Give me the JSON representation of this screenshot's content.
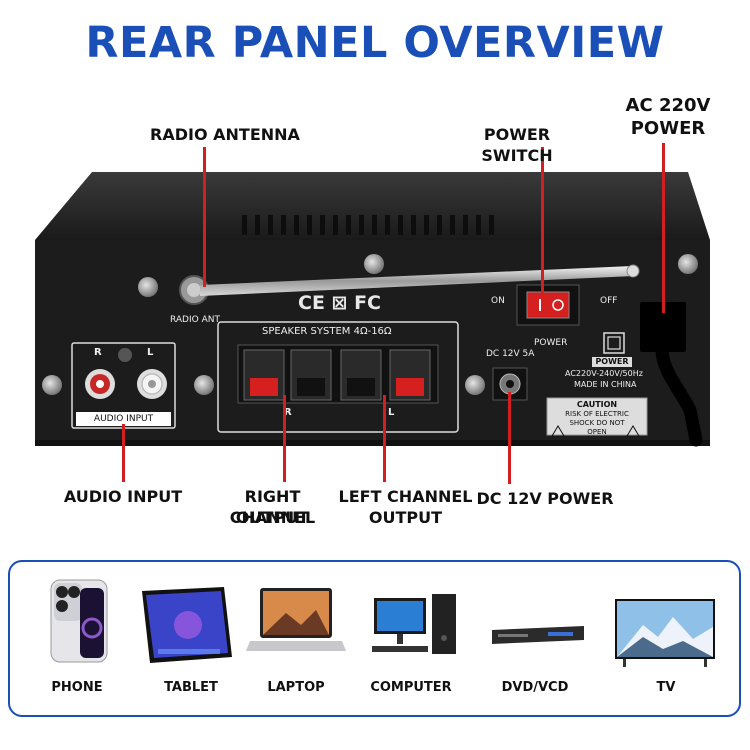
{
  "title": "REAR PANEL OVERVIEW",
  "callouts": {
    "radio_antenna": "RADIO ANTENNA",
    "power_switch": "POWER SWITCH",
    "ac_power_line1": "AC 220V",
    "ac_power_line2": "POWER",
    "audio_input": "AUDIO INPUT",
    "right_channel_line1": "RIGHT CHANNEL",
    "right_channel_line2": "OUTPUT",
    "left_channel_line1": "LEFT CHANNEL",
    "left_channel_line2": "OUTPUT",
    "dc_power": "DC 12V POWER"
  },
  "panel": {
    "radio_ant": "RADIO ANT",
    "cert_marks": "CE ⊠ FC",
    "speaker_system": "SPEAKER SYSTEM 4Ω-16Ω",
    "audio_r": "R",
    "audio_l": "L",
    "audio_input": "AUDIO INPUT",
    "switch_on": "ON",
    "switch_off": "OFF",
    "switch_power": "POWER",
    "dc_rating": "DC 12V 5A",
    "power_box_title": "POWER",
    "power_box_rating": "AC220V-240V/50Hz",
    "power_box_made": "MADE IN CHINA",
    "caution_title": "CAUTION",
    "caution_text": "RISK OF ELECTRIC SHOCK DO NOT OPEN",
    "terminal_r": "R",
    "terminal_l": "L"
  },
  "devices": [
    {
      "label": "PHONE",
      "icon": "phone-icon"
    },
    {
      "label": "TABLET",
      "icon": "tablet-icon"
    },
    {
      "label": "LAPTOP",
      "icon": "laptop-icon"
    },
    {
      "label": "COMPUTER",
      "icon": "computer-icon"
    },
    {
      "label": "DVD/VCD",
      "icon": "dvd-player-icon"
    },
    {
      "label": "TV",
      "icon": "tv-icon"
    }
  ],
  "colors": {
    "title_blue": "#1a4fb8",
    "callout_red": "#d21f1f",
    "panel_black": "#1c1c1c"
  }
}
